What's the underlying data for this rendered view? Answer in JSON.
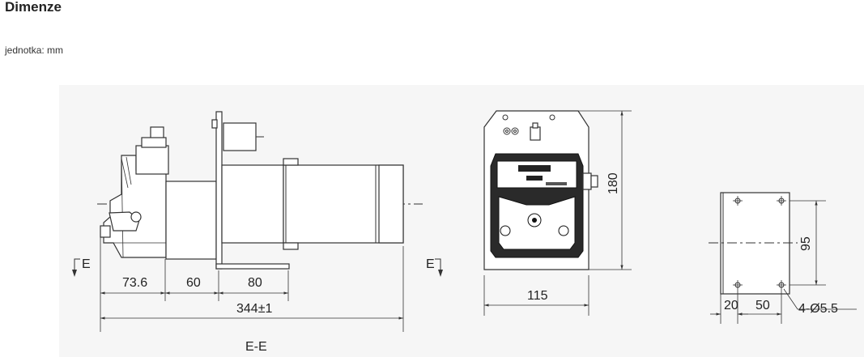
{
  "heading": "Dimenze",
  "unit_note": "jednotka: mm",
  "side_view": {
    "section_left": "E",
    "section_right": "E",
    "dim_a": "73.6",
    "dim_b": "60",
    "dim_c": "80",
    "dim_total": "344±1",
    "section_caption": "E-E"
  },
  "front_view": {
    "height": "180",
    "width": "115"
  },
  "mount_view": {
    "hole_spacing": "95",
    "offset": "20",
    "spacing": "50",
    "holes": "4-Ø5.5"
  },
  "icons": {
    "side": "pump-side-view-drawing",
    "front": "pump-head-front-view-drawing",
    "plate": "mounting-plate-drawing"
  }
}
